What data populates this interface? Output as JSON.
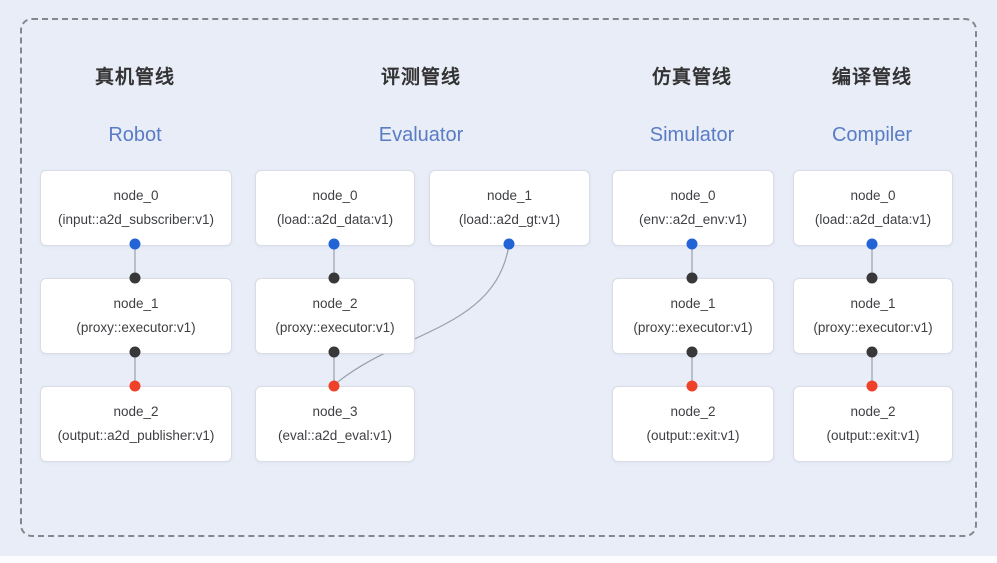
{
  "diagram": {
    "pipelines": [
      {
        "title_zh": "真机管线",
        "title_en": "Robot",
        "nodes": [
          {
            "name": "node_0",
            "type": "(input::a2d_subscriber:v1)"
          },
          {
            "name": "node_1",
            "type": "(proxy::executor:v1)"
          },
          {
            "name": "node_2",
            "type": "(output::a2d_publisher:v1)"
          }
        ]
      },
      {
        "title_zh": "评测管线",
        "title_en": "Evaluator",
        "nodes": [
          {
            "name": "node_0",
            "type": "(load::a2d_data:v1)"
          },
          {
            "name": "node_1",
            "type": "(load::a2d_gt:v1)"
          },
          {
            "name": "node_2",
            "type": "(proxy::executor:v1)"
          },
          {
            "name": "node_3",
            "type": "(eval::a2d_eval:v1)"
          }
        ]
      },
      {
        "title_zh": "仿真管线",
        "title_en": "Simulator",
        "nodes": [
          {
            "name": "node_0",
            "type": "(env::a2d_env:v1)"
          },
          {
            "name": "node_1",
            "type": "(proxy::executor:v1)"
          },
          {
            "name": "node_2",
            "type": "(output::exit:v1)"
          }
        ]
      },
      {
        "title_zh": "编译管线",
        "title_en": "Compiler",
        "nodes": [
          {
            "name": "node_0",
            "type": "(load::a2d_data:v1)"
          },
          {
            "name": "node_1",
            "type": "(proxy::executor:v1)"
          },
          {
            "name": "node_2",
            "type": "(output::exit:v1)"
          }
        ]
      }
    ],
    "port_legend": {
      "blue": "source-output-port",
      "black": "intermediate-port",
      "red": "sink-input-port"
    }
  },
  "colors": {
    "canvas_bg": "#e8edf8",
    "bottom_strip": "#fbfcfe",
    "dashed_border": "#85878d",
    "box_bg": "#ffffff",
    "box_border": "#d9dce2",
    "node_text": "#3f4044",
    "title_zh": "#333333",
    "title_en": "#5a7cc4",
    "dot_blue": "#2263d6",
    "dot_black": "#38383a",
    "dot_red": "#ef4129",
    "edge": "#98a0ac"
  }
}
